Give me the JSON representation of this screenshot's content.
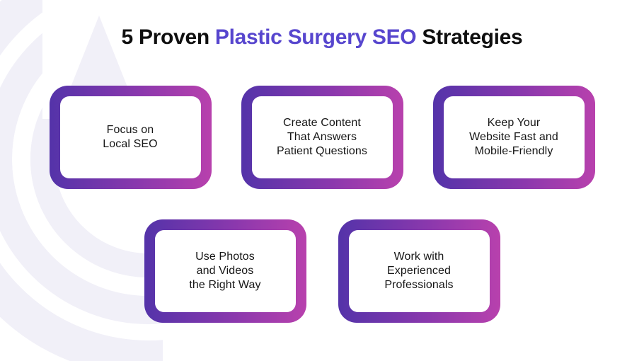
{
  "title": {
    "prefix": "5 Proven ",
    "highlight": "Plastic Surgery SEO",
    "suffix": " Strategies"
  },
  "colors": {
    "title_text": "#0f0f0f",
    "title_highlight": "#5746ce",
    "card_gradient_start": "#5433a9",
    "card_gradient_end": "#b841ad",
    "card_text": "#161616",
    "watermark": "#f1f0f8",
    "background": "#ffffff"
  },
  "cards": [
    {
      "label": "Focus on\nLocal SEO"
    },
    {
      "label": "Create Content\nThat Answers\nPatient Questions"
    },
    {
      "label": "Keep Your\nWebsite Fast and\nMobile-Friendly"
    },
    {
      "label": "Use Photos\nand Videos\nthe Right Way"
    },
    {
      "label": "Work with\nExperienced\nProfessionals"
    }
  ]
}
